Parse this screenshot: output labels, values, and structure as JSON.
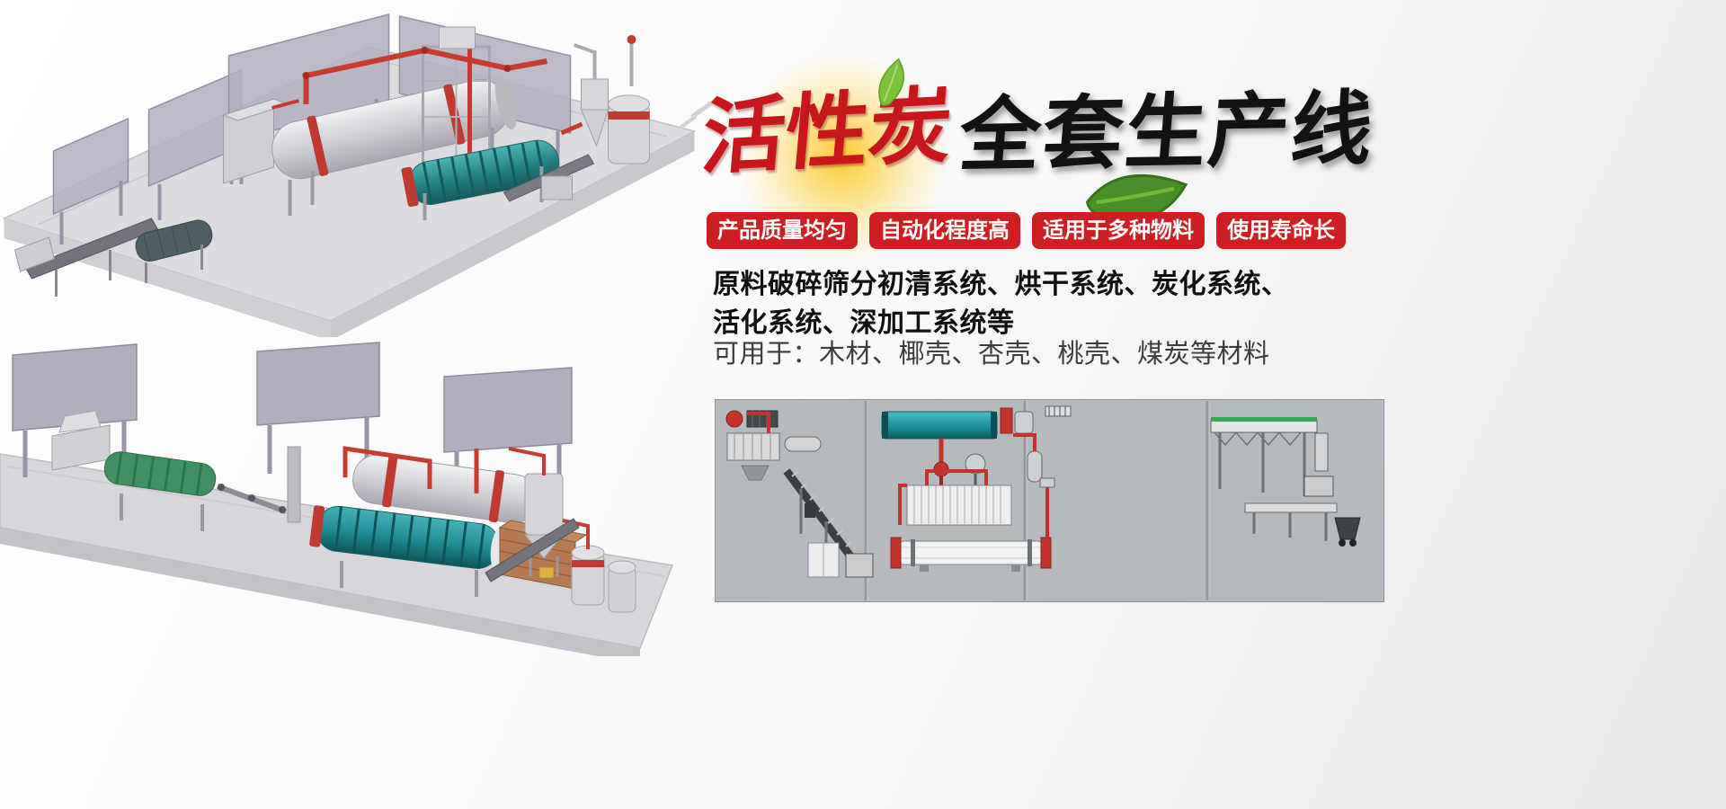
{
  "hero": {
    "title": {
      "red": "活性炭",
      "black": "全套生产线"
    },
    "badges": [
      {
        "label": "产品质量均匀"
      },
      {
        "label": "自动化程度高"
      },
      {
        "label": "适用于多种物料"
      },
      {
        "label": "使用寿命长"
      }
    ],
    "description": {
      "line1": "原料破碎筛分初清系统、烘干系统、炭化系统、",
      "line2": "活化系统、深加工系统等",
      "materials": "可用于：木材、椰壳、杏壳、桃壳、煤炭等材料"
    },
    "colors": {
      "badge_red": "#ce1e24",
      "title_red": "#c8161d",
      "title_black": "#121212",
      "schematic_bg": "#b6b9bd"
    }
  },
  "illustrations": {
    "top": "production-line-3d-render-top",
    "bottom": "production-line-3d-render-bottom",
    "schematic": "production-line-plan-schematic"
  }
}
